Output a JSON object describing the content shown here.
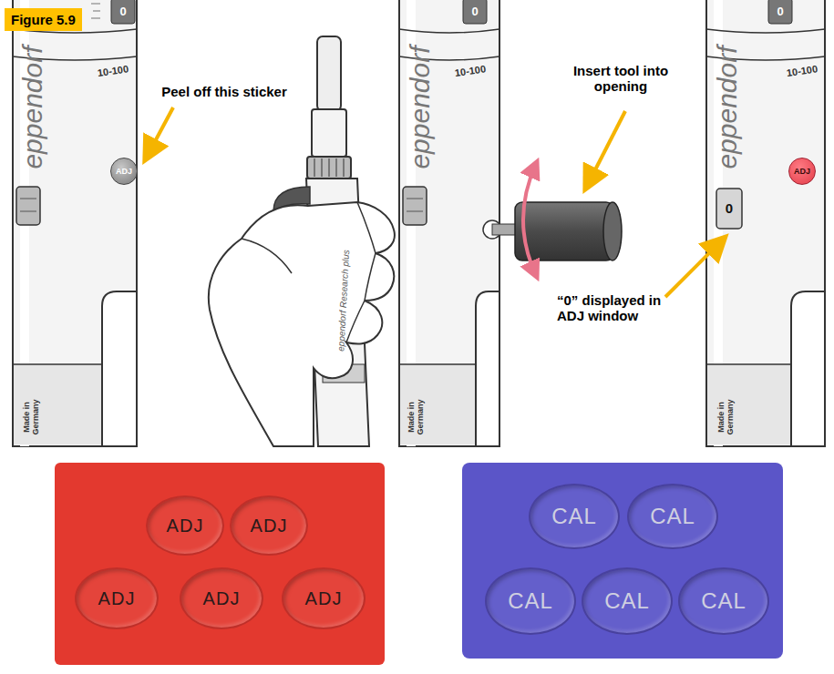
{
  "diagram": {
    "title": "Figure 5.9",
    "nodes": [
      {
        "text": [
          "ADJ"
        ]
      },
      {
        "text": [
          "ADJ"
        ]
      },
      {
        "text": [
          "ADJ"
        ]
      },
      {
        "text": [
          "ADJ"
        ]
      },
      {
        "text": [
          "ADJ"
        ]
      },
      {
        "text": [
          "ADJ"
        ]
      },
      {
        "text": [
          "ADJ"
        ]
      },
      {
        "text": [
          "CAL"
        ]
      },
      {
        "text": [
          "CAL"
        ]
      },
      {
        "text": [
          "CAL"
        ]
      },
      {
        "text": [
          "CAL"
        ]
      },
      {
        "text": [
          "CAL"
        ]
      }
    ],
    "labels": [
      "Peel off this sticker",
      "Insert tool into opening",
      "“0” displayed in ADJ window",
      "eppendorf",
      "eppendorf",
      "eppendorf",
      "10-100",
      "10-100",
      "10-100",
      "Made in Germany",
      "Made in Germany",
      "Made in Germany",
      "0",
      "0",
      "0",
      "0",
      "eppendorf Research plus"
    ]
  }
}
